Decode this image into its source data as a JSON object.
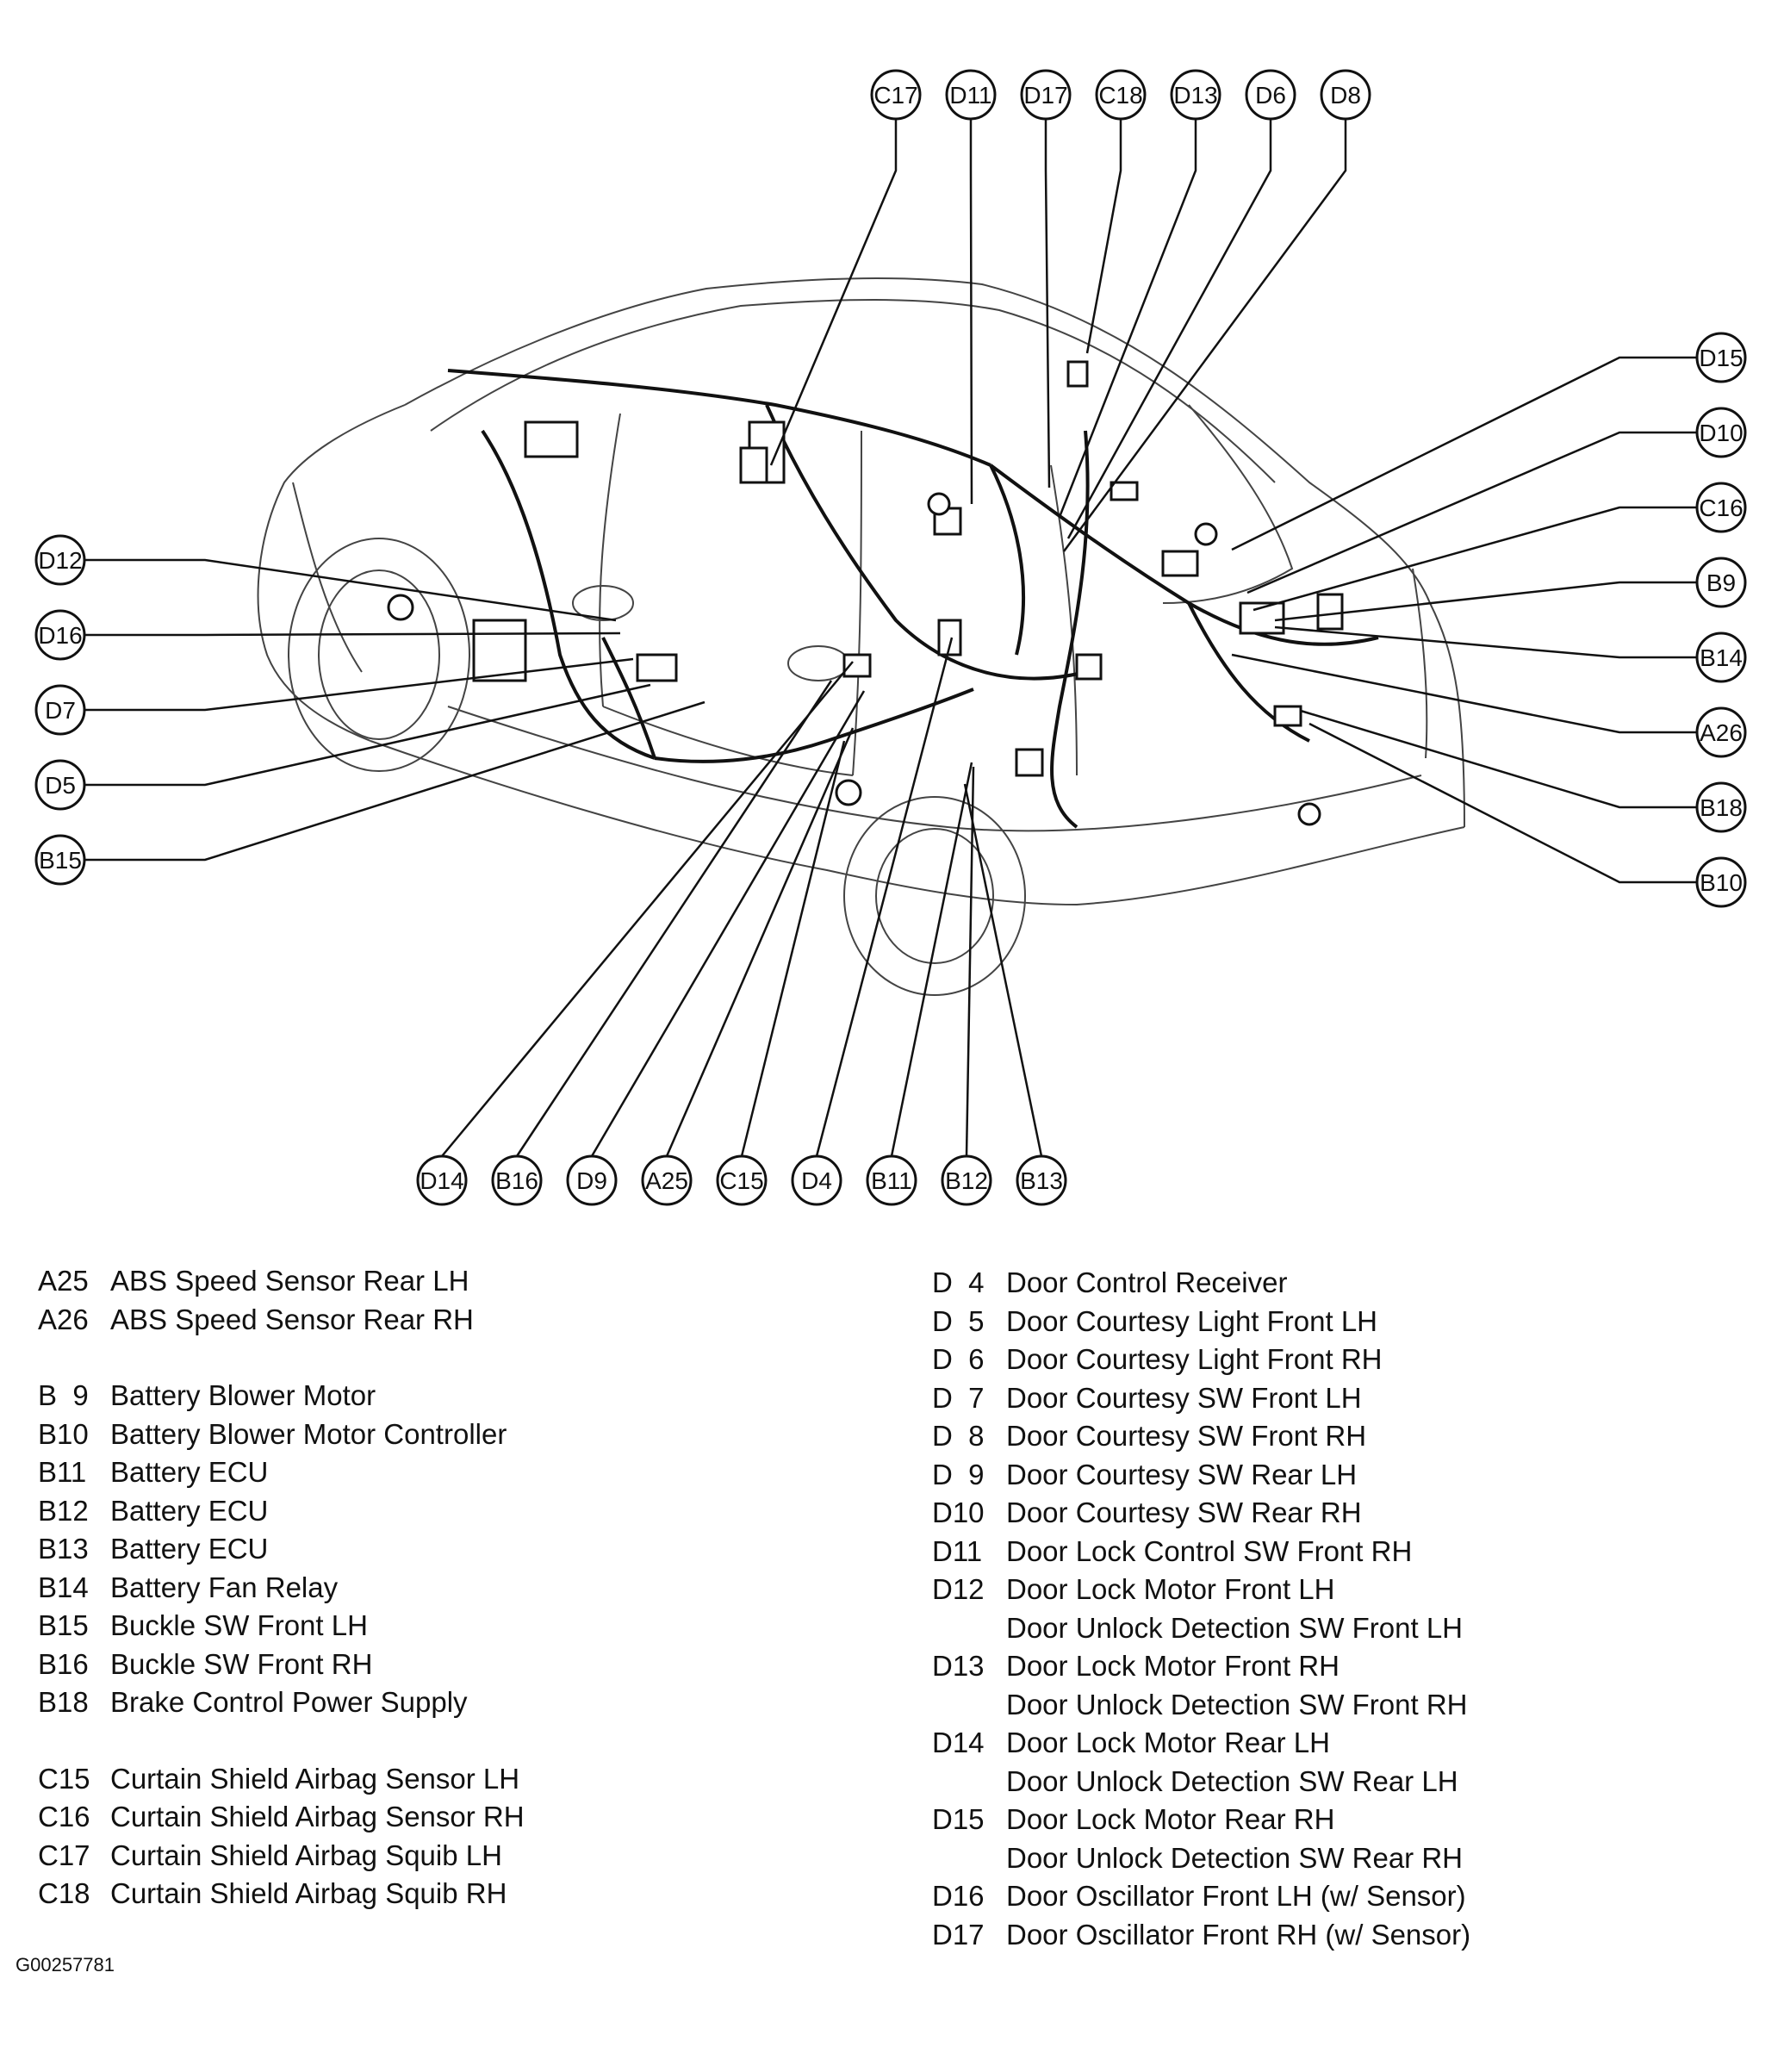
{
  "diagram": {
    "callouts": [
      {
        "id": "C17",
        "target": [
          895,
          540
        ]
      },
      {
        "id": "D11",
        "target": [
          1128,
          585
        ]
      },
      {
        "id": "D17",
        "target": [
          1218,
          566
        ]
      },
      {
        "id": "C18",
        "target": [
          1262,
          410
        ]
      },
      {
        "id": "D13",
        "target": [
          1230,
          600
        ]
      },
      {
        "id": "D6",
        "target": [
          1240,
          625
        ]
      },
      {
        "id": "D8",
        "target": [
          1235,
          640
        ]
      },
      {
        "id": "D15",
        "target": [
          1430,
          638
        ]
      },
      {
        "id": "D10",
        "target": [
          1448,
          688
        ]
      },
      {
        "id": "C16",
        "target": [
          1455,
          708
        ]
      },
      {
        "id": "B9",
        "target": [
          1480,
          720
        ]
      },
      {
        "id": "B14",
        "target": [
          1480,
          728
        ]
      },
      {
        "id": "A26",
        "target": [
          1430,
          760
        ]
      },
      {
        "id": "B18",
        "target": [
          1510,
          825
        ]
      },
      {
        "id": "B10",
        "target": [
          1520,
          840
        ]
      },
      {
        "id": "D12",
        "target": [
          715,
          720
        ]
      },
      {
        "id": "D16",
        "target": [
          720,
          735
        ]
      },
      {
        "id": "D7",
        "target": [
          735,
          765
        ]
      },
      {
        "id": "D5",
        "target": [
          755,
          795
        ]
      },
      {
        "id": "B15",
        "target": [
          818,
          815
        ]
      },
      {
        "id": "D14",
        "target": [
          990,
          768
        ]
      },
      {
        "id": "B16",
        "target": [
          965,
          790
        ]
      },
      {
        "id": "D9",
        "target": [
          1003,
          802
        ]
      },
      {
        "id": "A25",
        "target": [
          990,
          845
        ]
      },
      {
        "id": "C15",
        "target": [
          980,
          860
        ]
      },
      {
        "id": "D4",
        "target": [
          1105,
          740
        ]
      },
      {
        "id": "B11",
        "target": [
          1128,
          885
        ]
      },
      {
        "id": "B12",
        "target": [
          1130,
          890
        ]
      },
      {
        "id": "B13",
        "target": [
          1120,
          910
        ]
      }
    ]
  },
  "legend": {
    "left": [
      {
        "code": "A25",
        "desc": "ABS Speed Sensor Rear LH"
      },
      {
        "code": "A26",
        "desc": "ABS Speed Sensor Rear RH"
      },
      {
        "code": "B  9",
        "desc": "Battery Blower Motor"
      },
      {
        "code": "B10",
        "desc": "Battery Blower Motor Controller"
      },
      {
        "code": "B11",
        "desc": "Battery ECU"
      },
      {
        "code": "B12",
        "desc": "Battery ECU"
      },
      {
        "code": "B13",
        "desc": "Battery ECU"
      },
      {
        "code": "B14",
        "desc": "Battery Fan Relay"
      },
      {
        "code": "B15",
        "desc": "Buckle SW Front LH"
      },
      {
        "code": "B16",
        "desc": "Buckle SW Front RH"
      },
      {
        "code": "B18",
        "desc": "Brake Control Power Supply"
      },
      {
        "code": "C15",
        "desc": "Curtain Shield Airbag Sensor LH"
      },
      {
        "code": "C16",
        "desc": "Curtain Shield Airbag Sensor RH"
      },
      {
        "code": "C17",
        "desc": "Curtain Shield Airbag Squib LH"
      },
      {
        "code": "C18",
        "desc": "Curtain Shield Airbag Squib RH"
      }
    ],
    "right": [
      {
        "code": "D  4",
        "desc": "Door Control Receiver"
      },
      {
        "code": "D  5",
        "desc": "Door Courtesy Light Front LH"
      },
      {
        "code": "D  6",
        "desc": "Door Courtesy Light Front RH"
      },
      {
        "code": "D  7",
        "desc": "Door Courtesy SW Front LH"
      },
      {
        "code": "D  8",
        "desc": "Door Courtesy SW Front RH"
      },
      {
        "code": "D  9",
        "desc": "Door Courtesy SW Rear LH"
      },
      {
        "code": "D10",
        "desc": "Door Courtesy SW Rear RH"
      },
      {
        "code": "D11",
        "desc": "Door Lock Control SW Front RH"
      },
      {
        "code": "D12",
        "desc": "Door Lock Motor Front LH"
      },
      {
        "code": "",
        "desc": "Door Unlock Detection SW Front LH"
      },
      {
        "code": "D13",
        "desc": "Door Lock Motor Front RH"
      },
      {
        "code": "",
        "desc": "Door Unlock Detection SW Front RH"
      },
      {
        "code": "D14",
        "desc": "Door Lock Motor Rear LH"
      },
      {
        "code": "",
        "desc": "Door Unlock Detection SW Rear LH"
      },
      {
        "code": "D15",
        "desc": "Door Lock Motor Rear RH"
      },
      {
        "code": "",
        "desc": "Door Unlock Detection SW Rear RH"
      },
      {
        "code": "D16",
        "desc": "Door Oscillator Front LH (w/ Sensor)"
      },
      {
        "code": "D17",
        "desc": "Door Oscillator Front RH (w/ Sensor)"
      }
    ]
  },
  "footer_id": "G00257781"
}
